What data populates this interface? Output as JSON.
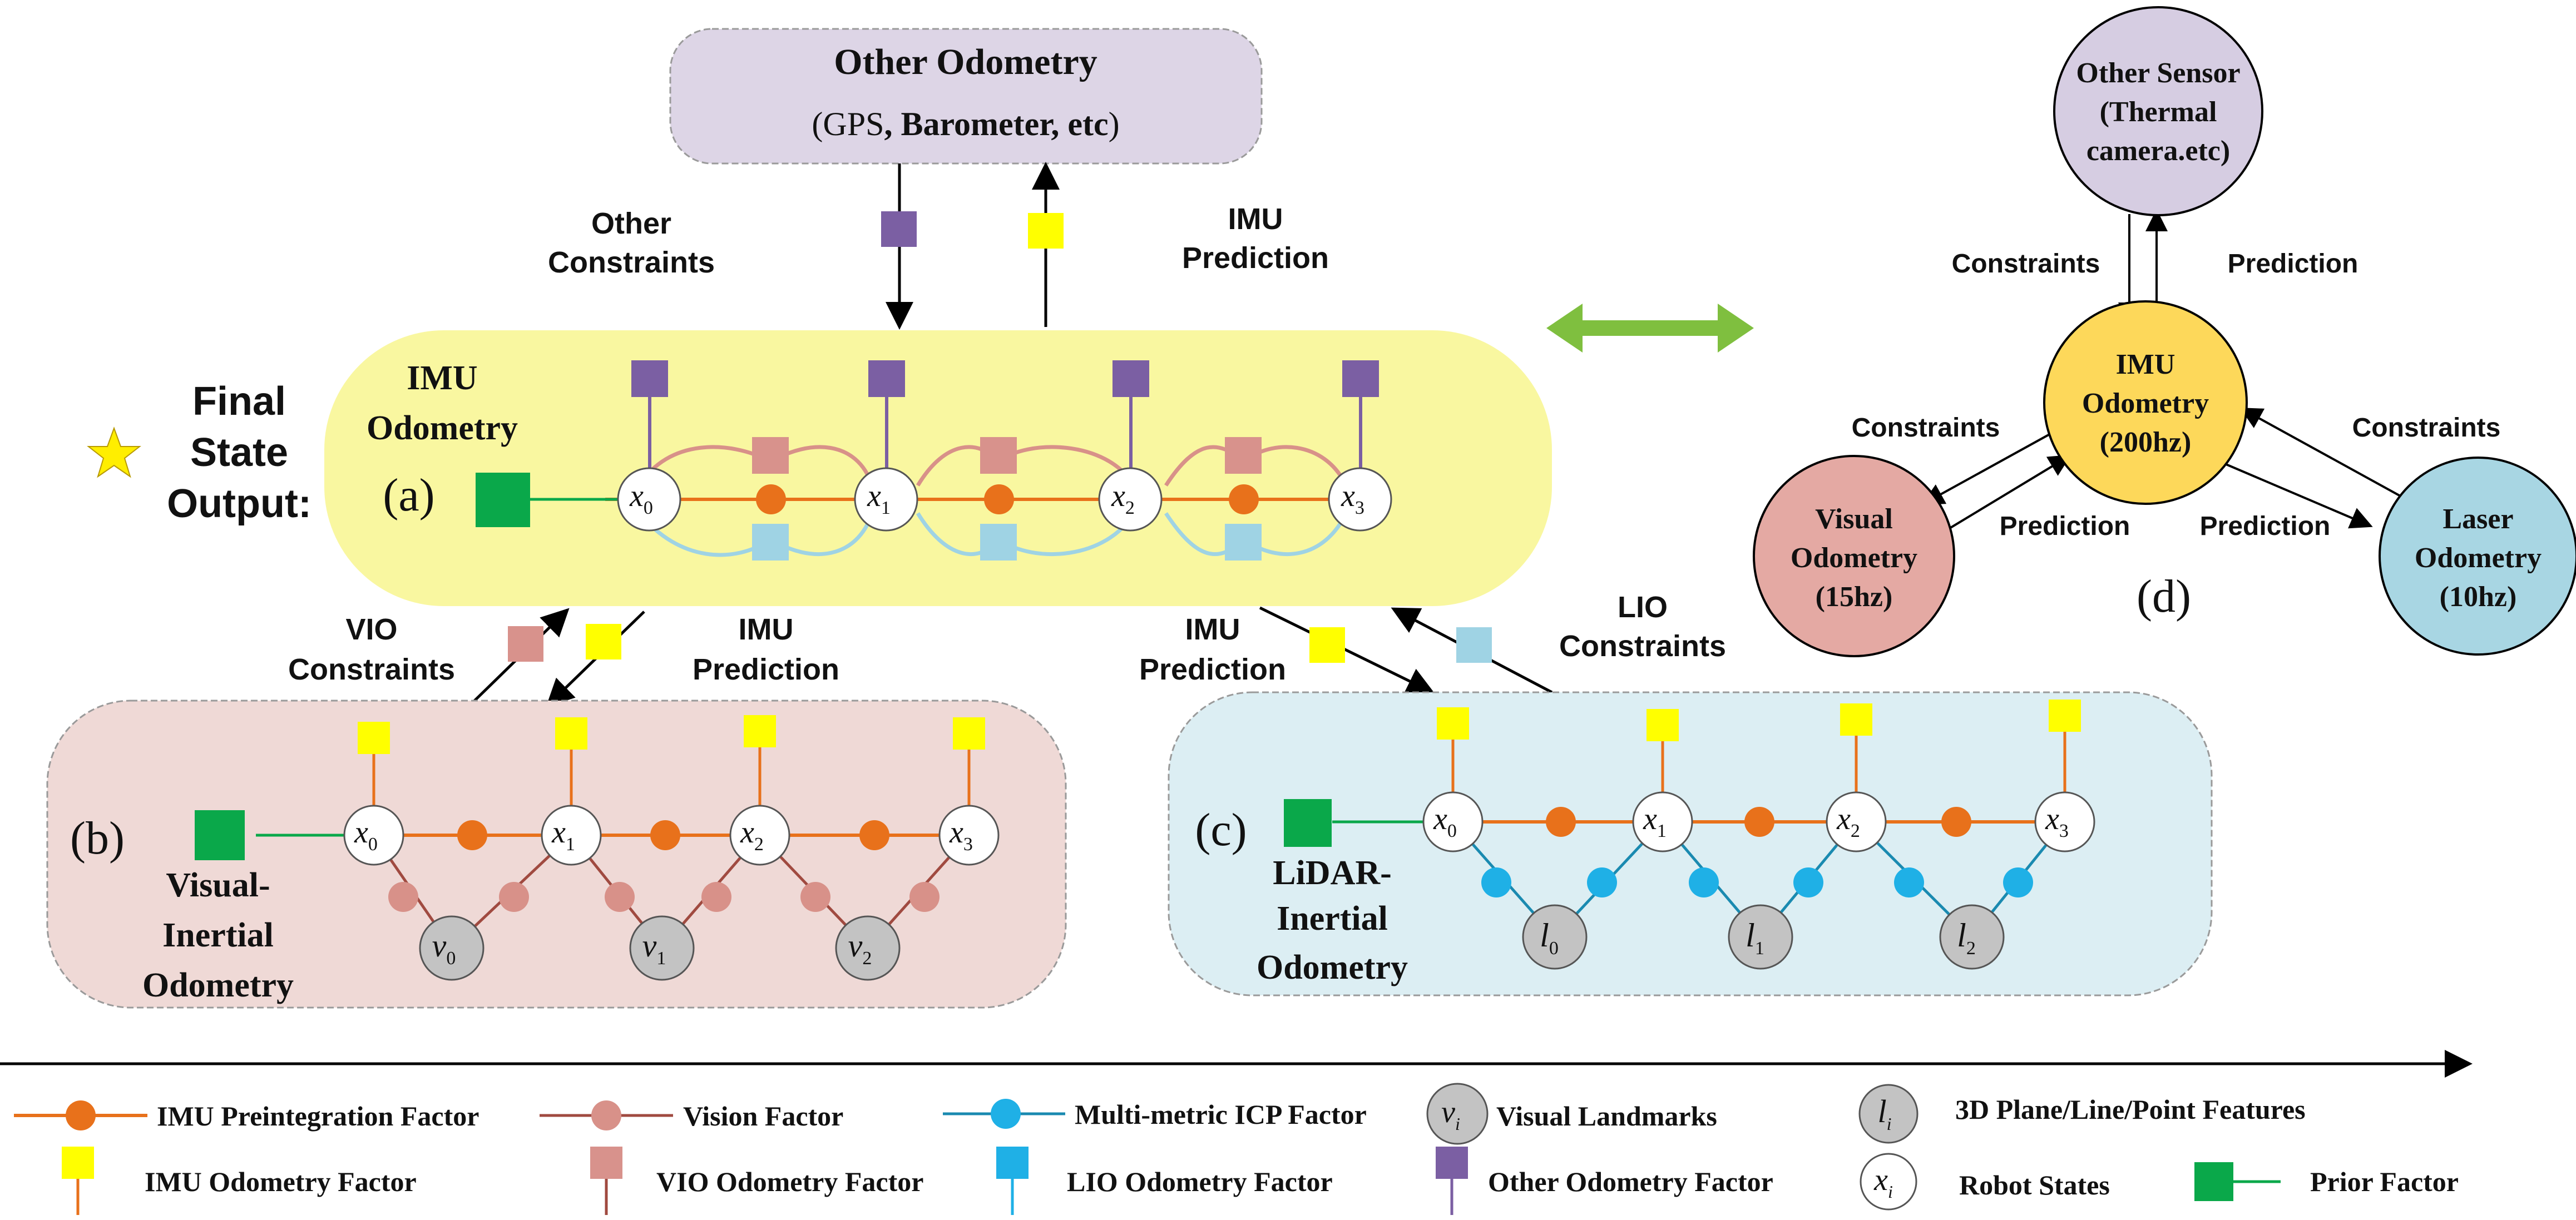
{
  "colors": {
    "imu_odom_panel": "#f9f7a0",
    "vio_panel": "#efd9d6",
    "lio_panel": "#dceef3",
    "other_odom_panel": "#ddd5e6",
    "imu_factor": "#e8711b",
    "vision_factor": "#d89189",
    "icp_factor": "#1fb0e6",
    "imu_odom_factor": "#ffff00",
    "vio_odom_factor": "#d8928c",
    "lio_odom_factor": "#9fd3e4",
    "other_odom_factor": "#7b5fa3",
    "prior_factor": "#0aa84a",
    "landmark_fill": "#c3c3c3",
    "double_arrow": "#7fbf3f",
    "node_other_sensor": "#d6cde2",
    "node_imu": "#fdd85a",
    "node_visual": "#e4a9a3",
    "node_laser": "#a8d6e3"
  },
  "other_odometry": {
    "title": "Other Odometry",
    "subtitle_a": "(GPS",
    "subtitle_b": ", Barometer, etc",
    "subtitle_c": ")"
  },
  "labels": {
    "other_constraints_1": "Other",
    "other_constraints_2": "Constraints",
    "imu_prediction_1": "IMU",
    "imu_prediction_2": "Prediction",
    "final_1": "Final",
    "final_2": "State",
    "final_3": "Output:",
    "vio_constraints_1": "VIO",
    "vio_constraints_2": "Constraints",
    "imu_pred_b_1": "IMU",
    "imu_pred_b_2": "Prediction",
    "imu_pred_c_1": "IMU",
    "imu_pred_c_2": "Prediction",
    "lio_constraints_1": "LIO",
    "lio_constraints_2": "Constraints"
  },
  "panel_a": {
    "title_1": "IMU",
    "title_2": "Odometry",
    "tag": "(a)"
  },
  "panel_b": {
    "tag": "(b)",
    "title_1": "Visual-",
    "title_2": "Inertial",
    "title_3": "Odometry"
  },
  "panel_c": {
    "tag": "(c)",
    "title_1": "LiDAR-",
    "title_2": "Inertial",
    "title_3": "Odometry"
  },
  "states": {
    "x": "x",
    "s0": "0",
    "s1": "1",
    "s2": "2",
    "s3": "3"
  },
  "landmarks": {
    "v": "v",
    "l": "l",
    "s0": "0",
    "s1": "1",
    "s2": "2"
  },
  "panel_d": {
    "tag": "(d)",
    "other_sensor_1": "Other Sensor",
    "other_sensor_2": "(Thermal",
    "other_sensor_3": "camera.etc)",
    "imu_1": "IMU",
    "imu_2": "Odometry",
    "imu_3": "(200hz)",
    "visual_1": "Visual",
    "visual_2": "Odometry",
    "visual_3": "(15hz)",
    "laser_1": "Laser",
    "laser_2": "Odometry",
    "laser_3": "(10hz)",
    "constraints_top": "Constraints",
    "prediction_top": "Prediction",
    "constraints_left": "Constraints",
    "prediction_left": "Prediction",
    "constraints_right": "Constraints",
    "prediction_right": "Prediction"
  },
  "legend": {
    "imu_preint": "IMU Preintegration Factor",
    "vision": "Vision Factor",
    "icp": "Multi-metric ICP  Factor",
    "visual_landmarks": "Visual Landmarks",
    "plane_features": "3D Plane/Line/Point Features",
    "imu_odom": "IMU Odometry Factor",
    "vio_odom": "VIO Odometry Factor",
    "lio_odom": "LIO Odometry Factor",
    "other_odom": "Other Odometry Factor",
    "robot_states": "Robot States",
    "prior": "Prior Factor",
    "sym_v": "v",
    "sym_l": "l",
    "sym_x": "x",
    "sym_i": "i"
  }
}
